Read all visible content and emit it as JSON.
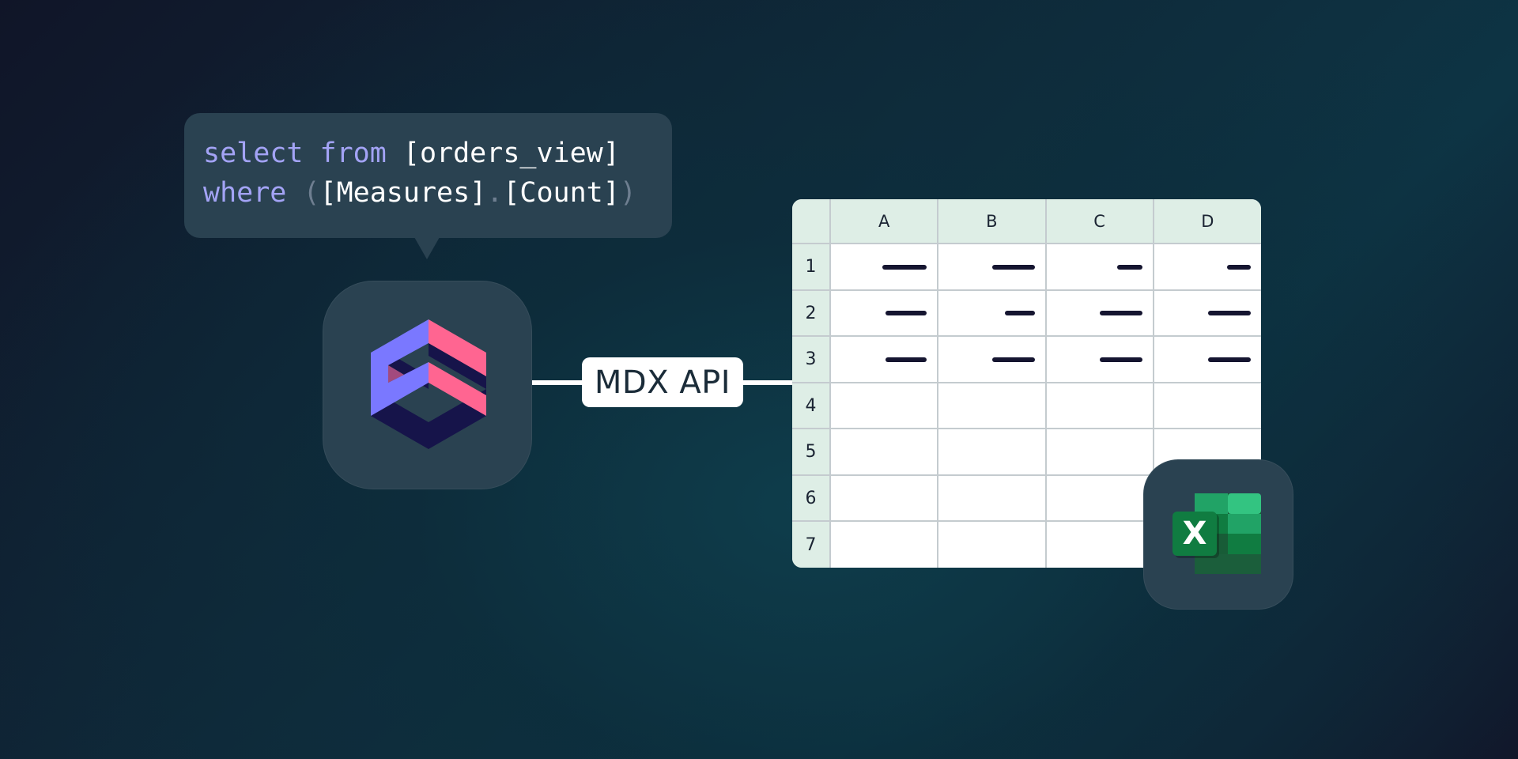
{
  "code": {
    "line1": {
      "kw1": "select",
      "kw2": "from",
      "table": "[orders_view]"
    },
    "line2": {
      "kw": "where",
      "open_paren": "(",
      "measures": "[Measures]",
      "dot": ".",
      "count": "[Count]",
      "close_paren": ")"
    }
  },
  "api_label": "MDX API",
  "sheet": {
    "columns": [
      "A",
      "B",
      "C",
      "D"
    ],
    "rows": [
      "1",
      "2",
      "3",
      "4",
      "5",
      "6",
      "7"
    ]
  },
  "excel": {
    "letter": "X",
    "icon": "excel-icon"
  },
  "app_icon": "cube-logo-icon",
  "colors": {
    "background": "#0f2a3a",
    "tile": "#2a4251",
    "keyword": "#a3a3f5",
    "logo_purple": "#7a78ff",
    "logo_pink": "#ff6591",
    "logo_navy": "#16144a",
    "excel_green": "#1f8a4f"
  }
}
